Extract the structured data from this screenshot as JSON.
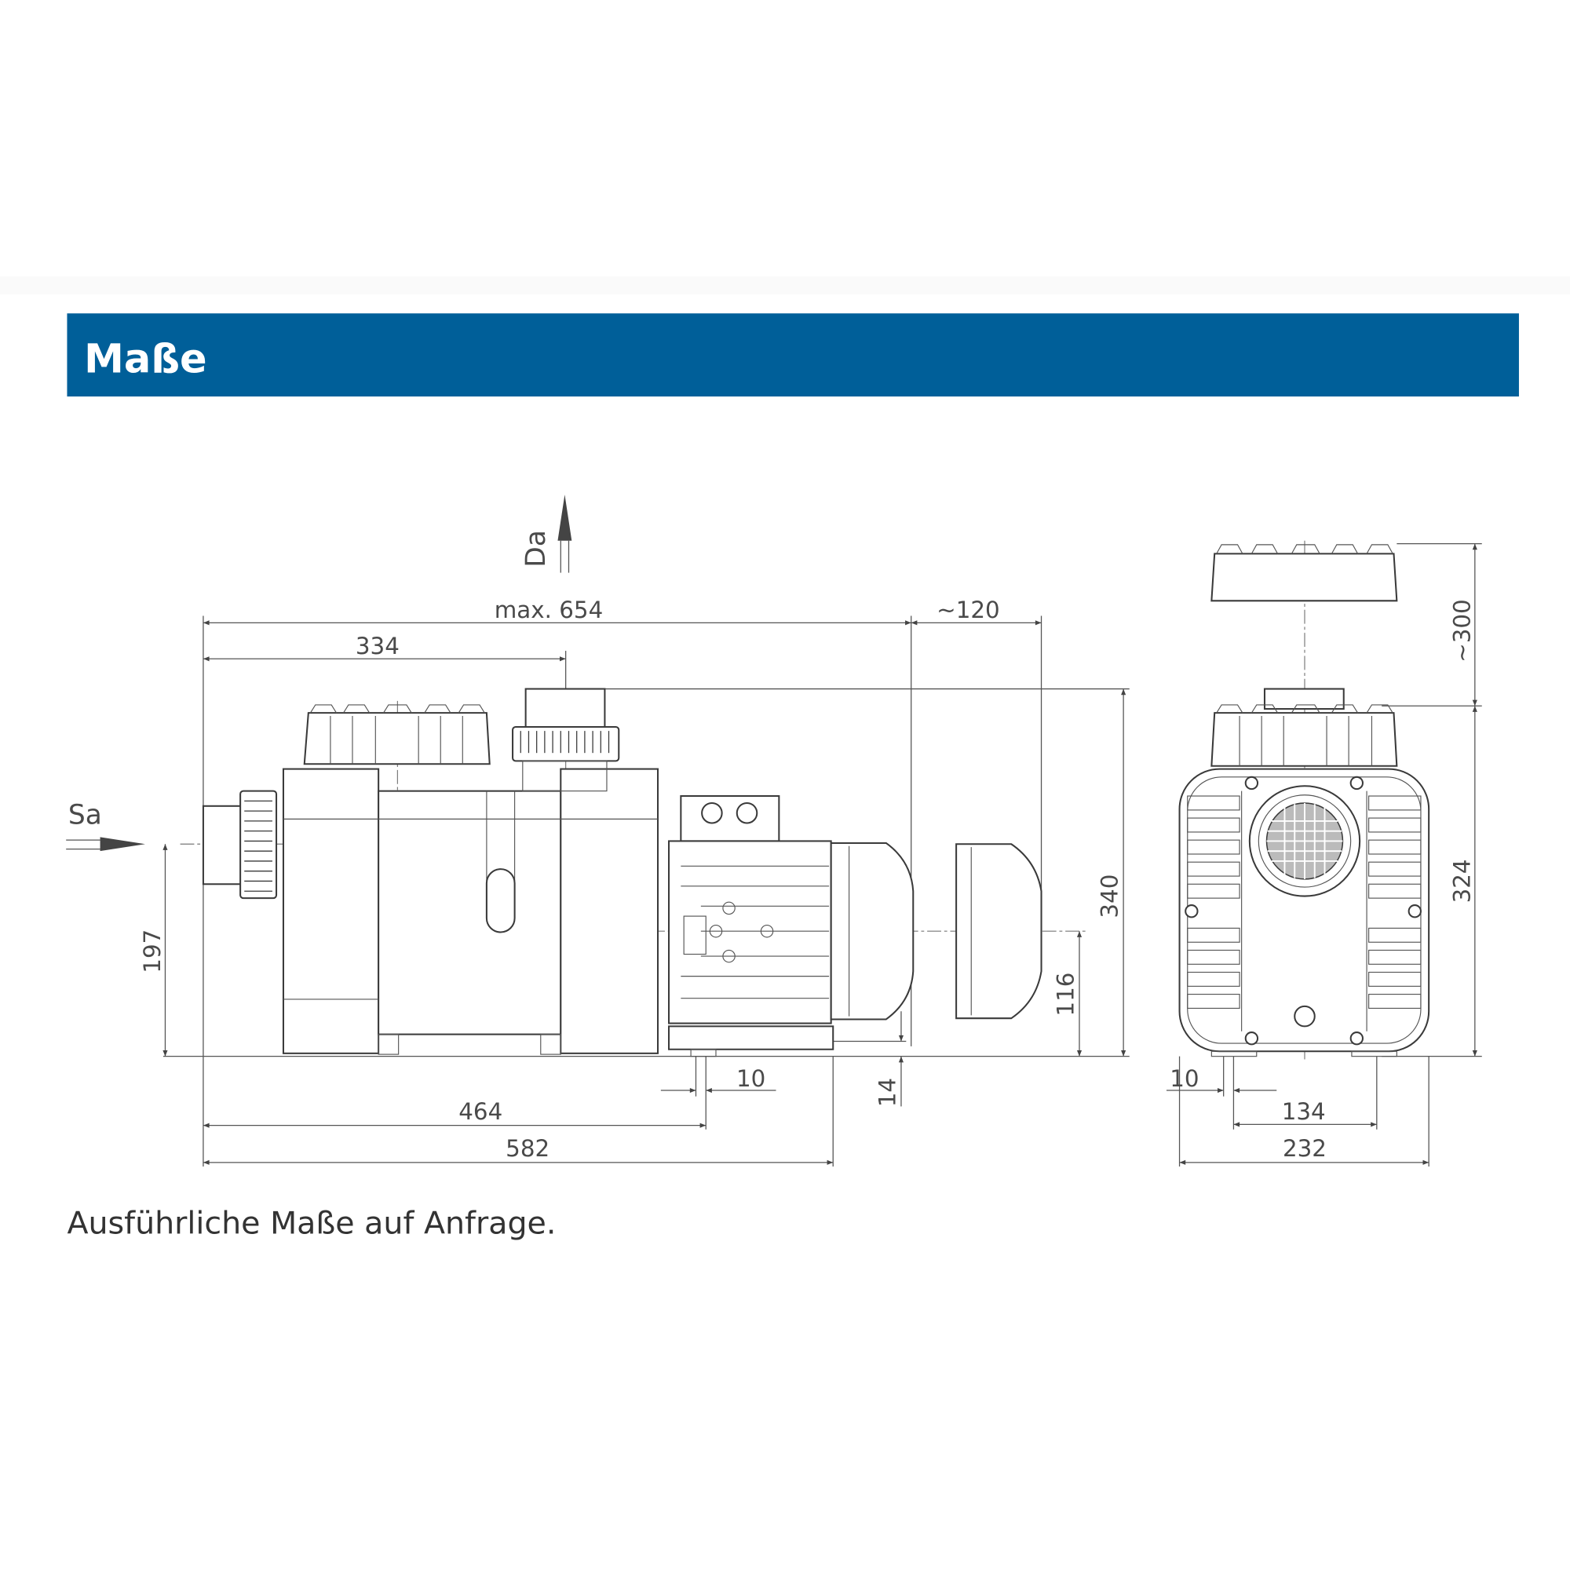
{
  "header": {
    "title": "Maße",
    "band_color": "#005f99"
  },
  "footer": {
    "note": "Ausführliche Maße auf Anfrage."
  },
  "side_view": {
    "suction_label": "Sa",
    "discharge_label": "Da",
    "dimensions": {
      "overall_length": "max. 654",
      "fan_removal": "~120",
      "outlet_position": "334",
      "height": "340",
      "shaft_height": "116",
      "inlet_height": "197",
      "foot_height": "14",
      "foot_hole": "10",
      "foot_position": "464",
      "base_length": "582"
    }
  },
  "front_view": {
    "dimensions": {
      "lid_removal": "~300",
      "height": "324",
      "foot_hole": "10",
      "foot_spacing": "134",
      "width": "232"
    }
  }
}
